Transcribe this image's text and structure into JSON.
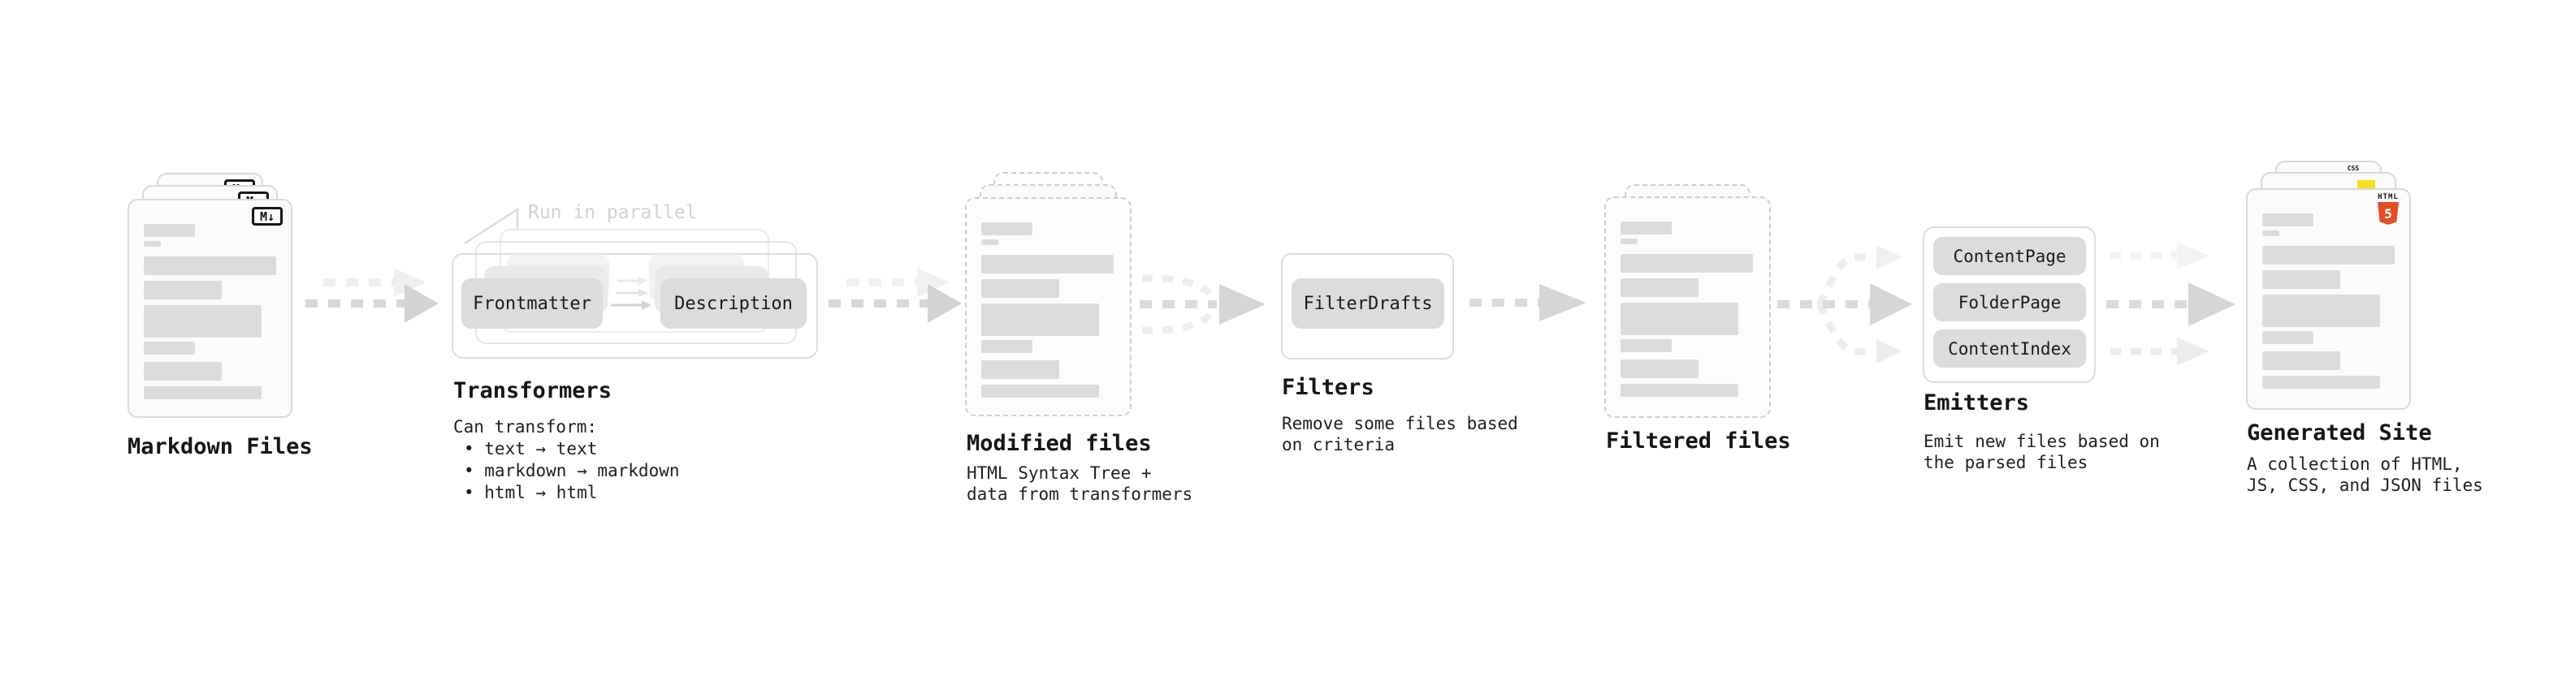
{
  "stages": {
    "markdown_files": {
      "label": "Markdown Files",
      "file_badge": "M↓"
    },
    "transformers": {
      "label": "Transformers",
      "annotation": "Run in parallel",
      "nodes": [
        "Frontmatter",
        "Description"
      ],
      "description_lines": [
        "Can transform:",
        "• text → text",
        "• markdown → markdown",
        "• html → html"
      ]
    },
    "modified_files": {
      "label": "Modified files",
      "description_lines": [
        "HTML Syntax Tree +",
        "data from transformers"
      ]
    },
    "filters": {
      "label": "Filters",
      "nodes": [
        "FilterDrafts"
      ],
      "description_lines": [
        "Remove some files based",
        "on criteria"
      ]
    },
    "filtered_files": {
      "label": "Filtered files"
    },
    "emitters": {
      "label": "Emitters",
      "nodes": [
        "ContentPage",
        "FolderPage",
        "ContentIndex"
      ],
      "description_lines": [
        "Emit new files based on",
        "the parsed files"
      ]
    },
    "generated_site": {
      "label": "Generated Site",
      "description_lines": [
        "A collection of HTML,",
        "JS, CSS, and JSON files"
      ],
      "file_badges": {
        "css_label": "CSS",
        "html_label": "HTML",
        "html_number": "5"
      }
    }
  },
  "colors": {
    "html5_orange": "#e44d26",
    "js_yellow": "#f7df1e",
    "css_blue": "#2965f1",
    "node_gray": "#dcdcdc",
    "bar_gray": "#dcdcdc",
    "annotation_gray": "#d2d2d2",
    "arrow_gray": "#d6d6d6"
  }
}
